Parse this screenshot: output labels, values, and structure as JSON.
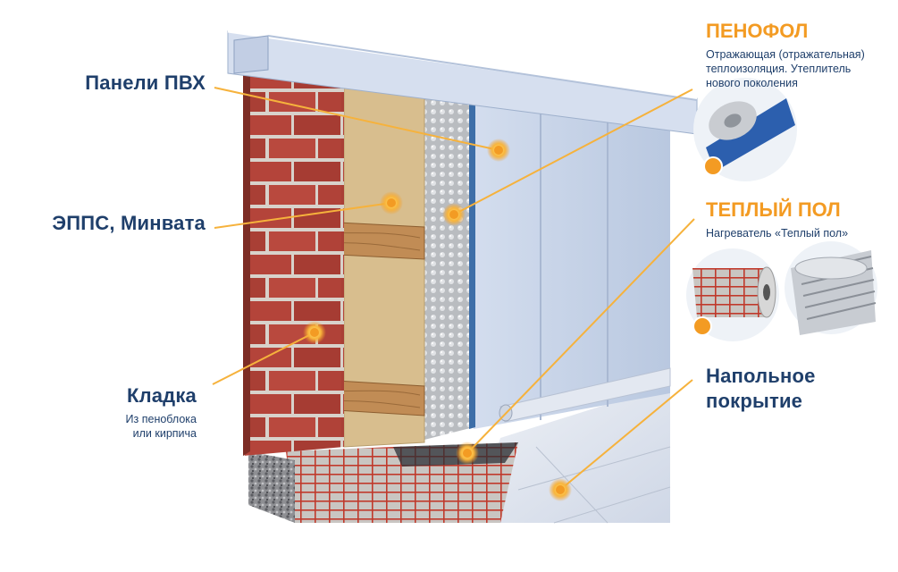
{
  "labels": {
    "panels_pvc": "Панели ПВХ",
    "epps": "ЭППС, Минвата",
    "masonry": "Кладка",
    "masonry_sub_1": "Из пеноблока",
    "masonry_sub_2": "или кирпича",
    "penofol": "ПЕНОФОЛ",
    "penofol_sub_1": "Отражающая (отражательная)",
    "penofol_sub_2": "теплоизоляция. Утеплитель",
    "penofol_sub_3": "нового поколения",
    "warm_floor": "ТЕПЛЫЙ ПОЛ",
    "warm_floor_sub": "Нагреватель «Теплый пол»",
    "floor_cover_1": "Напольное",
    "floor_cover_2": "покрытие"
  },
  "colors": {
    "label_blue": "#1f3f6b",
    "accent_orange": "#f39b23",
    "brick": "#b6453a",
    "mortar": "#d9d3cc",
    "panel": "#c9d6ea",
    "insulation": "#d9bf8f",
    "wood": "#c4925a"
  }
}
